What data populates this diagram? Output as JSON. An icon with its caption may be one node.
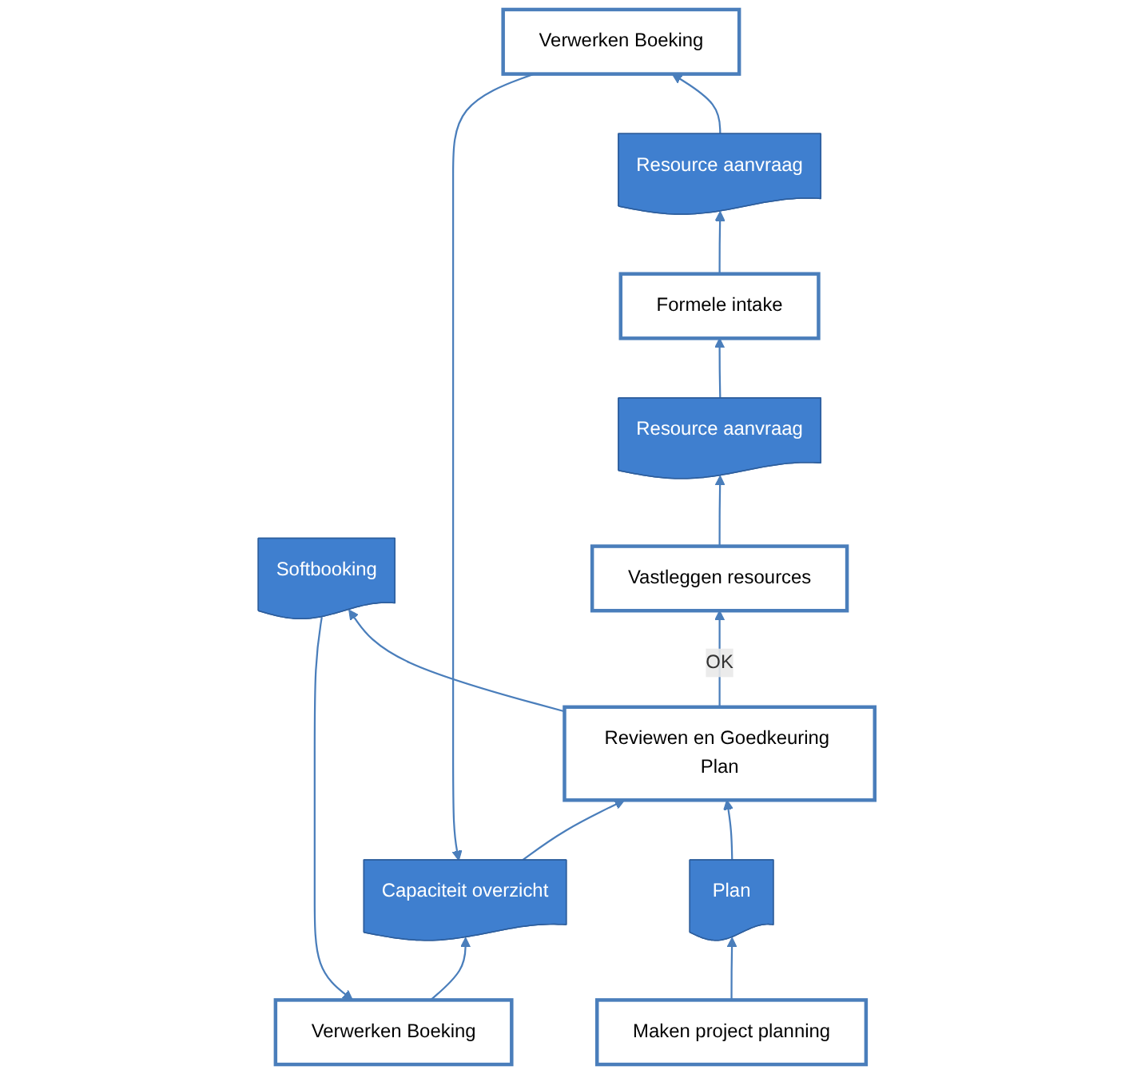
{
  "diagram": {
    "nodes": [
      {
        "text": [
          "Verwerken Boeking"
        ]
      },
      {
        "text": [
          "Verwerken Boeking"
        ]
      },
      {
        "text": [
          "Capaciteit overzicht"
        ]
      },
      {
        "text": [
          "Softbooking"
        ]
      },
      {
        "text": [
          "Resource aanvraag"
        ]
      },
      {
        "text": [
          "Plan"
        ]
      },
      {
        "text": [
          "Reviewen en Goedkeuring Plan"
        ]
      },
      {
        "text": [
          "Formele intake"
        ]
      },
      {
        "text": [
          "Maken project planning"
        ]
      },
      {
        "text": [
          "Vastleggen resources"
        ]
      },
      {
        "text": [
          "Resource aanvraag"
        ]
      }
    ],
    "edges": [
      {
        "from": 8,
        "to": 5,
        "arrow": "to"
      },
      {
        "from": 5,
        "to": 6,
        "arrow": "to"
      },
      {
        "from": 2,
        "to": 6,
        "arrow": "to"
      },
      {
        "from": 6,
        "to": 3,
        "arrow": "to"
      },
      {
        "from": 3,
        "to": 0,
        "arrow": "to"
      },
      {
        "from": 6,
        "to": 9,
        "label": "OK",
        "arrow": "to"
      },
      {
        "from": 9,
        "to": 10,
        "arrow": "to"
      },
      {
        "from": 10,
        "to": 7,
        "arrow": "to"
      },
      {
        "from": 7,
        "to": 4,
        "arrow": "to"
      },
      {
        "from": 4,
        "to": 1,
        "arrow": "to"
      },
      {
        "from": 0,
        "to": 2,
        "arrow": "to"
      },
      {
        "from": 1,
        "to": 2,
        "arrow": "to"
      }
    ]
  }
}
